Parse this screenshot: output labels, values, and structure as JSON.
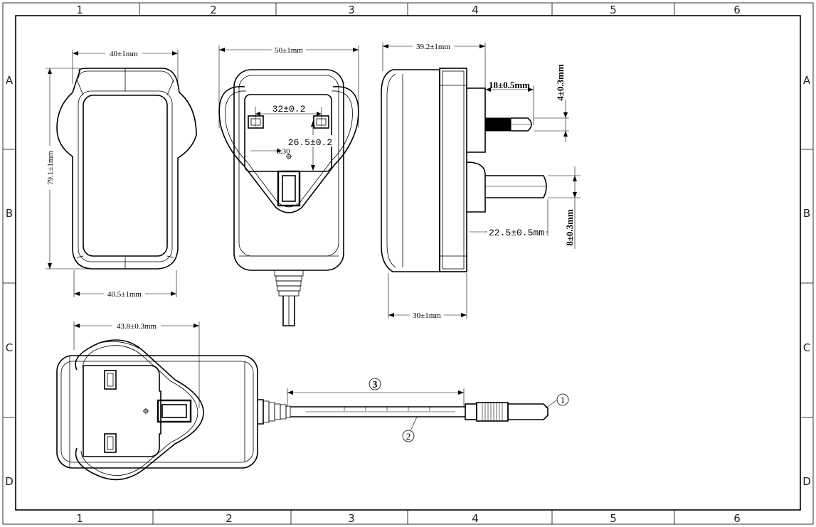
{
  "frame": {
    "columns_top": [
      "1",
      "2",
      "3",
      "4",
      "5",
      "6"
    ],
    "columns_bottom": [
      "1",
      "2",
      "3",
      "4",
      "5",
      "6"
    ],
    "rows_left": [
      "A",
      "B",
      "C",
      "D"
    ],
    "rows_right": [
      "A",
      "B",
      "C",
      "D"
    ]
  },
  "side_view": {
    "width_top": "40±1mm",
    "height": "79.1±1mm",
    "width_bottom": "40.5±1mm"
  },
  "front_view": {
    "width": "50±1mm",
    "pin_spacing": "32±0.2",
    "pin_vertical": "26.5±0.2",
    "earth_offset": "6.30"
  },
  "profile_view": {
    "depth_total": "39.2±1mm",
    "pin_length_top": "18±0.5mm",
    "pin_thickness_top": "4±0.3mm",
    "pin_length_bottom": "22.5±0.5mm",
    "pin_thickness_bottom": "8±0.3mm",
    "body_depth": "30±1mm"
  },
  "bottom_view": {
    "width": "43.8±0.3mm",
    "callout_1": "1",
    "callout_2": "2",
    "callout_3": "3"
  }
}
